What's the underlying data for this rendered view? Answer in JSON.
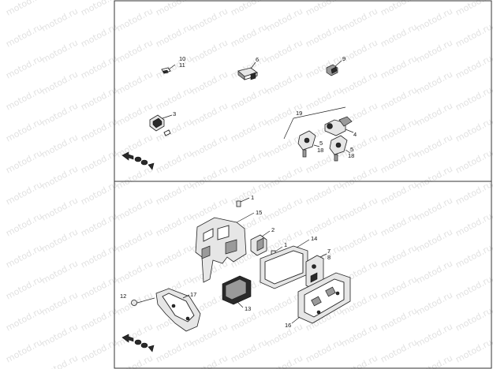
{
  "watermark": "motod.ru",
  "panels": {
    "top": {
      "labels": {
        "p10": "10",
        "p11": "11",
        "p6": "6",
        "p9": "9",
        "p3": "3",
        "p19": "19",
        "p4": "4",
        "p5a": "5",
        "p18a": "18",
        "p5b": "5",
        "p18b": "18"
      }
    },
    "bottom": {
      "labels": {
        "p1a": "1",
        "p15": "15",
        "p2": "2",
        "p1b": "1",
        "p14": "14",
        "p7": "7",
        "p8": "8",
        "p12": "12",
        "p17": "17",
        "p13": "13",
        "p16": "16"
      }
    }
  },
  "icons": {
    "top_direction": "front-direction-arrow-icon",
    "bottom_direction": "front-direction-arrow-icon"
  }
}
